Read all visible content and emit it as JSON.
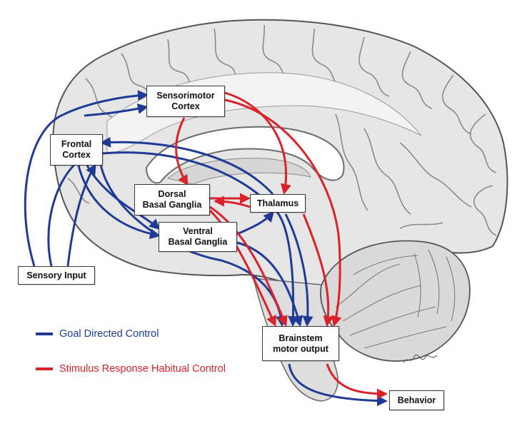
{
  "nodes": {
    "sensorimotor_cortex": [
      "Sensorimotor",
      "Cortex"
    ],
    "frontal_cortex": [
      "Frontal",
      "Cortex"
    ],
    "dorsal_basal_ganglia": [
      "Dorsal",
      "Basal Ganglia"
    ],
    "thalamus": [
      "Thalamus"
    ],
    "ventral_basal_ganglia": [
      "Ventral",
      "Basal Ganglia"
    ],
    "sensory_input": [
      "Sensory Input"
    ],
    "brainstem_motor_output": [
      "Brainstem",
      "motor output"
    ],
    "behavior": [
      "Behavior"
    ]
  },
  "legend": {
    "goal_directed": {
      "label": "Goal Directed Control",
      "color": "#1f3b96"
    },
    "habitual": {
      "label": "Stimulus Response Habitual Control",
      "color": "#d8232a"
    }
  },
  "pathways": {
    "goal_directed": [
      [
        "sensory_input",
        "frontal_cortex"
      ],
      [
        "sensory_input",
        "sensorimotor_cortex"
      ],
      [
        "frontal_cortex",
        "ventral_basal_ganglia"
      ],
      [
        "ventral_basal_ganglia",
        "thalamus"
      ],
      [
        "thalamus",
        "frontal_cortex"
      ],
      [
        "frontal_cortex",
        "brainstem_motor_output"
      ],
      [
        "ventral_basal_ganglia",
        "brainstem_motor_output"
      ],
      [
        "brainstem_motor_output",
        "behavior"
      ]
    ],
    "habitual": [
      [
        "sensorimotor_cortex",
        "dorsal_basal_ganglia"
      ],
      [
        "sensorimotor_cortex",
        "thalamus"
      ],
      [
        "sensorimotor_cortex",
        "brainstem_motor_output"
      ],
      [
        "dorsal_basal_ganglia",
        "thalamus"
      ],
      [
        "thalamus",
        "dorsal_basal_ganglia"
      ],
      [
        "dorsal_basal_ganglia",
        "brainstem_motor_output"
      ],
      [
        "brainstem_motor_output",
        "behavior"
      ]
    ]
  },
  "illustration": "brain-sagittal-section"
}
